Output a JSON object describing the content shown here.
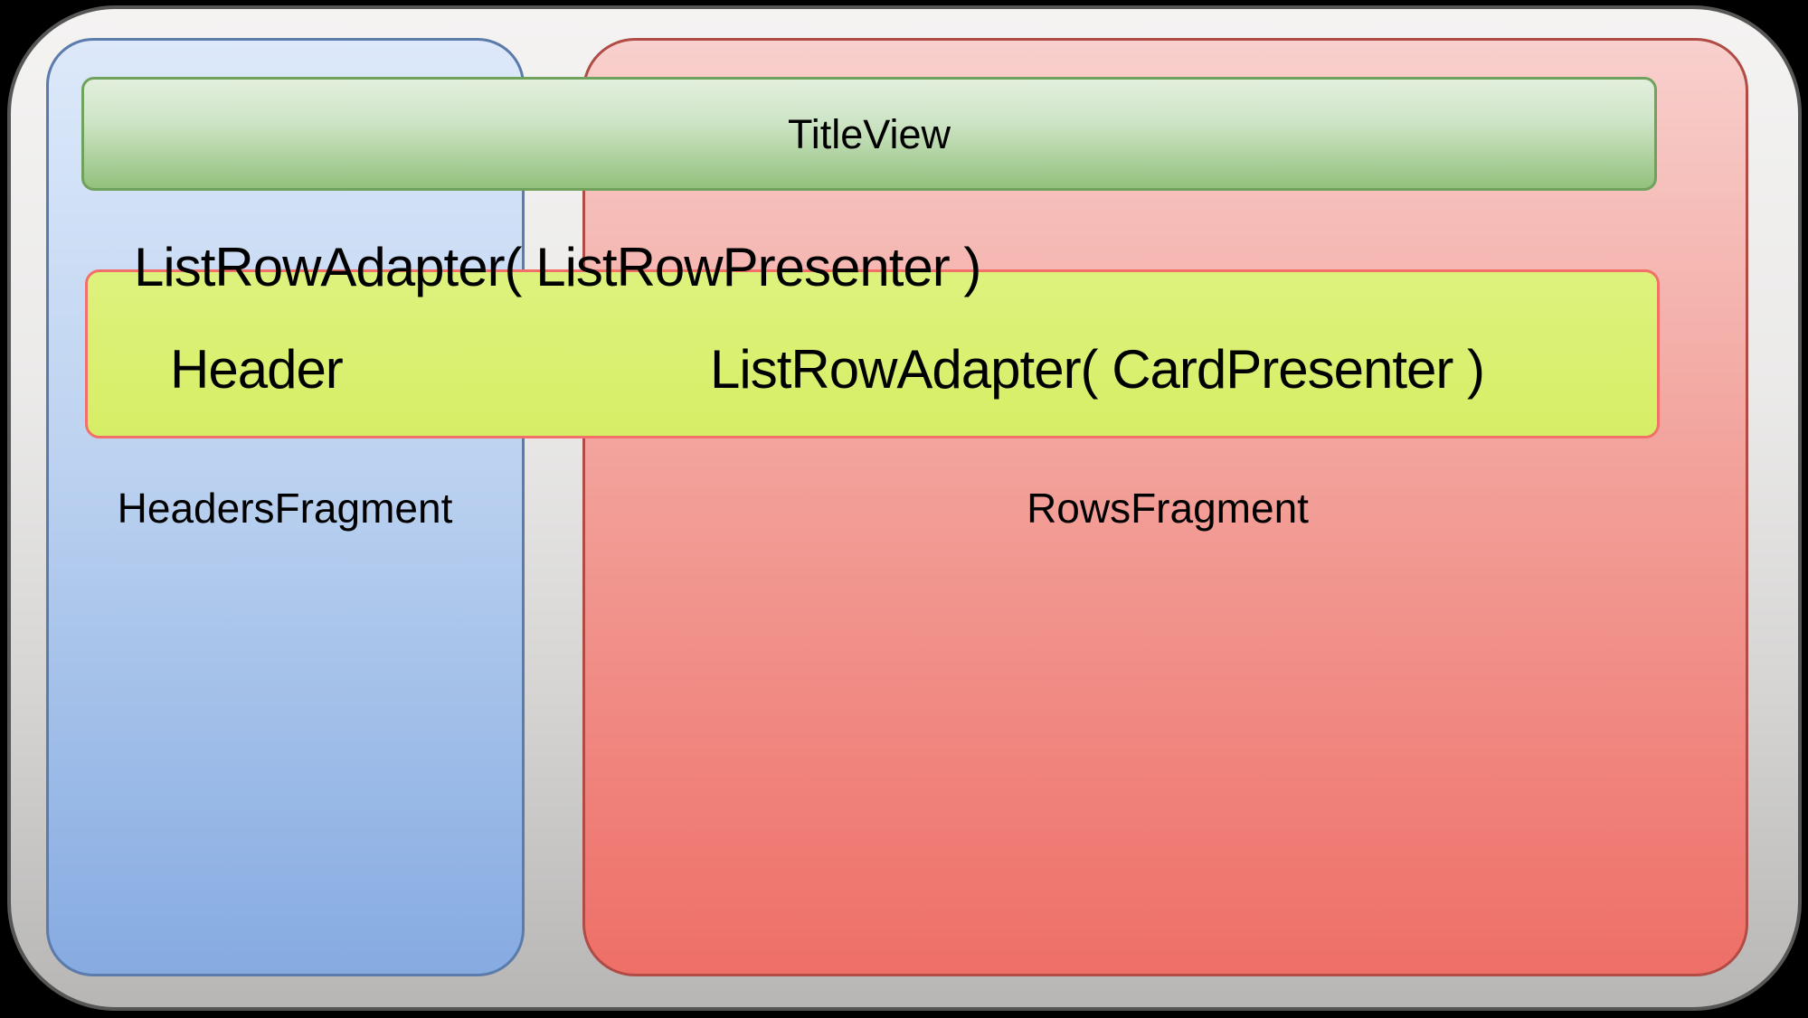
{
  "diagram": {
    "title_view": {
      "label": "TitleView",
      "fill_top": "#e2efdd",
      "fill_bottom": "#93c17d",
      "border_color": "#6fa35d"
    },
    "headers_fragment": {
      "label": "HeadersFragment",
      "fill_top": "#dde9fa",
      "fill_bottom": "#86abe1",
      "border_color": "#5b7bab"
    },
    "rows_fragment": {
      "label": "RowsFragment",
      "fill_top": "#f8d0cd",
      "fill_bottom": "#ee6f67",
      "border_color": "#b04c45"
    },
    "list_row_adapter": {
      "caption": "ListRowAdapter( ListRowPresenter )"
    },
    "list_row": {
      "header_label": "Header",
      "card_adapter_label": "ListRowAdapter( CardPresenter )",
      "fill": "#d6ee66",
      "border_color": "#f3706a"
    },
    "container": {
      "fill_top": "#f4f3f2",
      "fill_bottom": "#b7b6b5",
      "border_color": "#565655",
      "background": "#000000"
    },
    "text_color": "#000000"
  }
}
